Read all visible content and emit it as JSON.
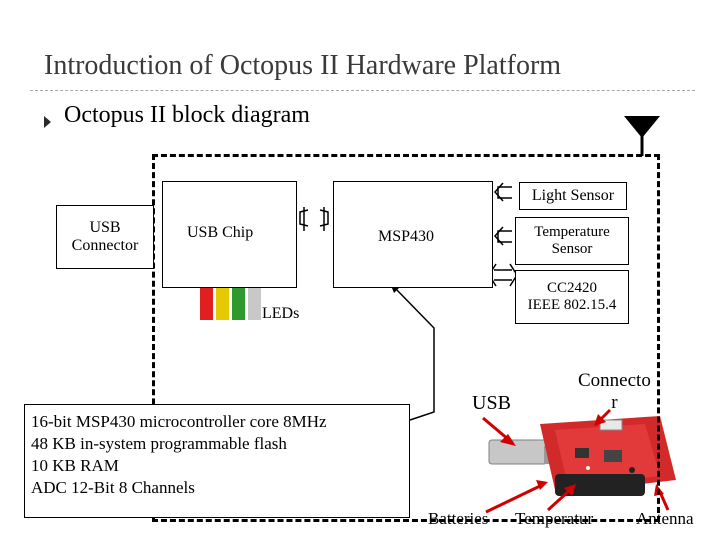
{
  "title": "Introduction of Octopus II Hardware Platform",
  "bullet": "Octopus II block diagram",
  "blocks": {
    "usb_connector": "USB Connector",
    "usb_chip": "USB Chip",
    "mcu": "MSP430",
    "light_sensor": "Light Sensor",
    "temperature_sensor": "Temperature Sensor",
    "radio": [
      "CC2420",
      "IEEE 802.15.4"
    ],
    "leds": "LEDs"
  },
  "led_colors": [
    "#e02020",
    "#e6c800",
    "#2e9a2e",
    "#c8c8c8"
  ],
  "specs": [
    "16-bit MSP430 microcontroller core  8MHz",
    "48 KB in-system programmable flash",
    "10 KB RAM",
    "ADC 12-Bit 8 Channels"
  ],
  "photo_labels": {
    "usb": "USB",
    "connector": [
      "Connecto",
      "r"
    ],
    "batteries": "Batteries",
    "temperature": "Temperatur",
    "antenna": "Antenna"
  }
}
